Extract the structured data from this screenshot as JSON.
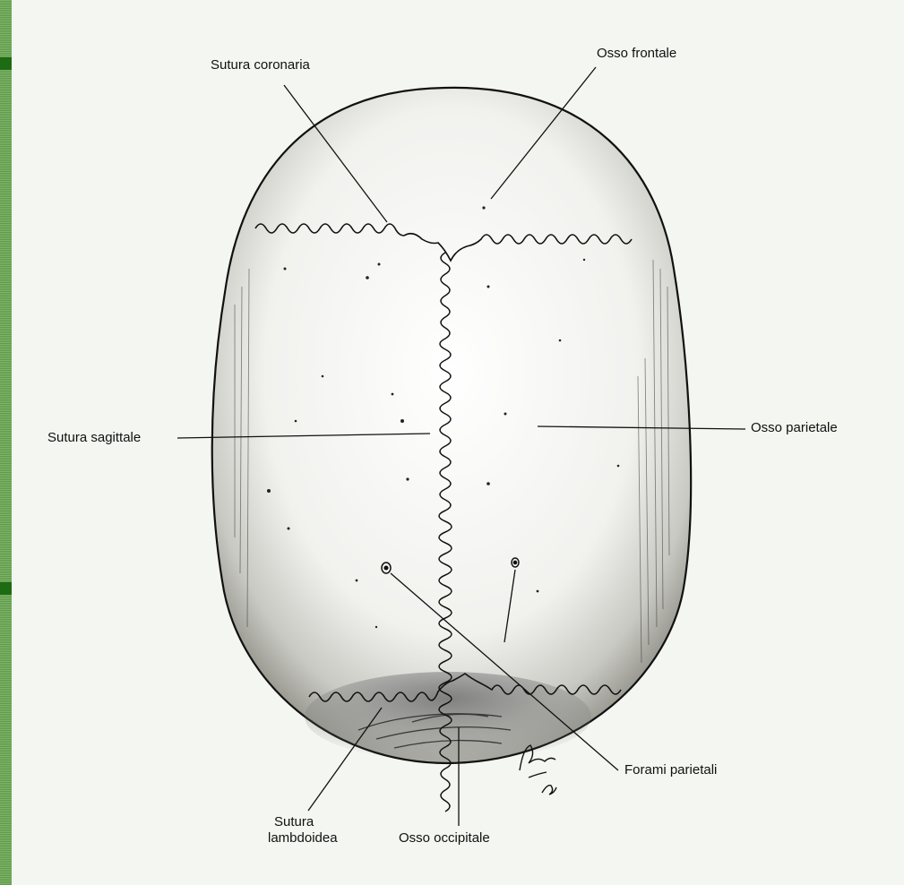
{
  "labels": {
    "coronal_suture": "Sutura coronaria",
    "frontal_bone": "Osso frontale",
    "sagittal_suture": "Sutura sagittale",
    "parietal_bone": "Osso parietale",
    "parietal_foramina": "Forami parietali",
    "lambdoid_suture_line1": "Sutura",
    "lambdoid_suture_line2": "lambdoidea",
    "occipital_bone": "Osso occipitale"
  },
  "colors": {
    "background": "#f3f6f1",
    "ink": "#111111",
    "strip_dark": "#1d6b12",
    "strip_light": "#7fb46a"
  }
}
